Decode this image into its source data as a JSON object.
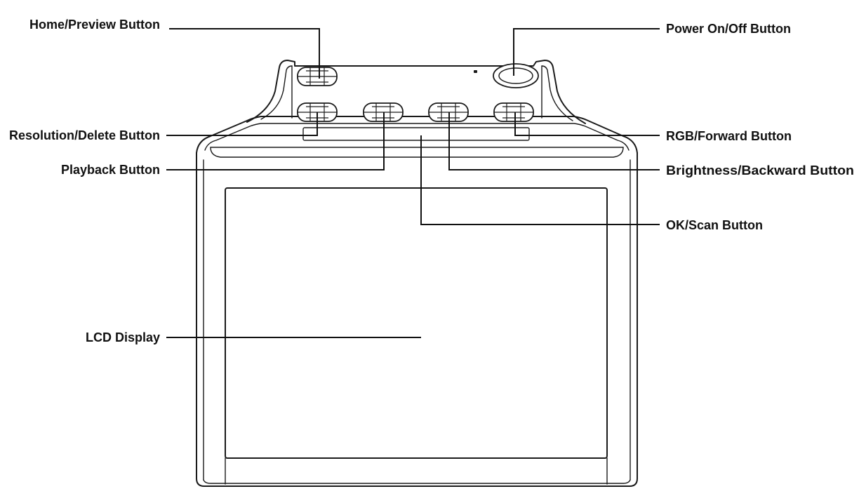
{
  "callouts": {
    "home_preview": "Home/Preview Button",
    "power": "Power On/Off Button",
    "resolution_delete": "Resolution/Delete Button",
    "rgb_forward": "RGB/Forward Button",
    "playback": "Playback Button",
    "brightness_backward": "Brightness/Backward Button",
    "ok_scan": "OK/Scan Button",
    "lcd": "LCD Display"
  }
}
